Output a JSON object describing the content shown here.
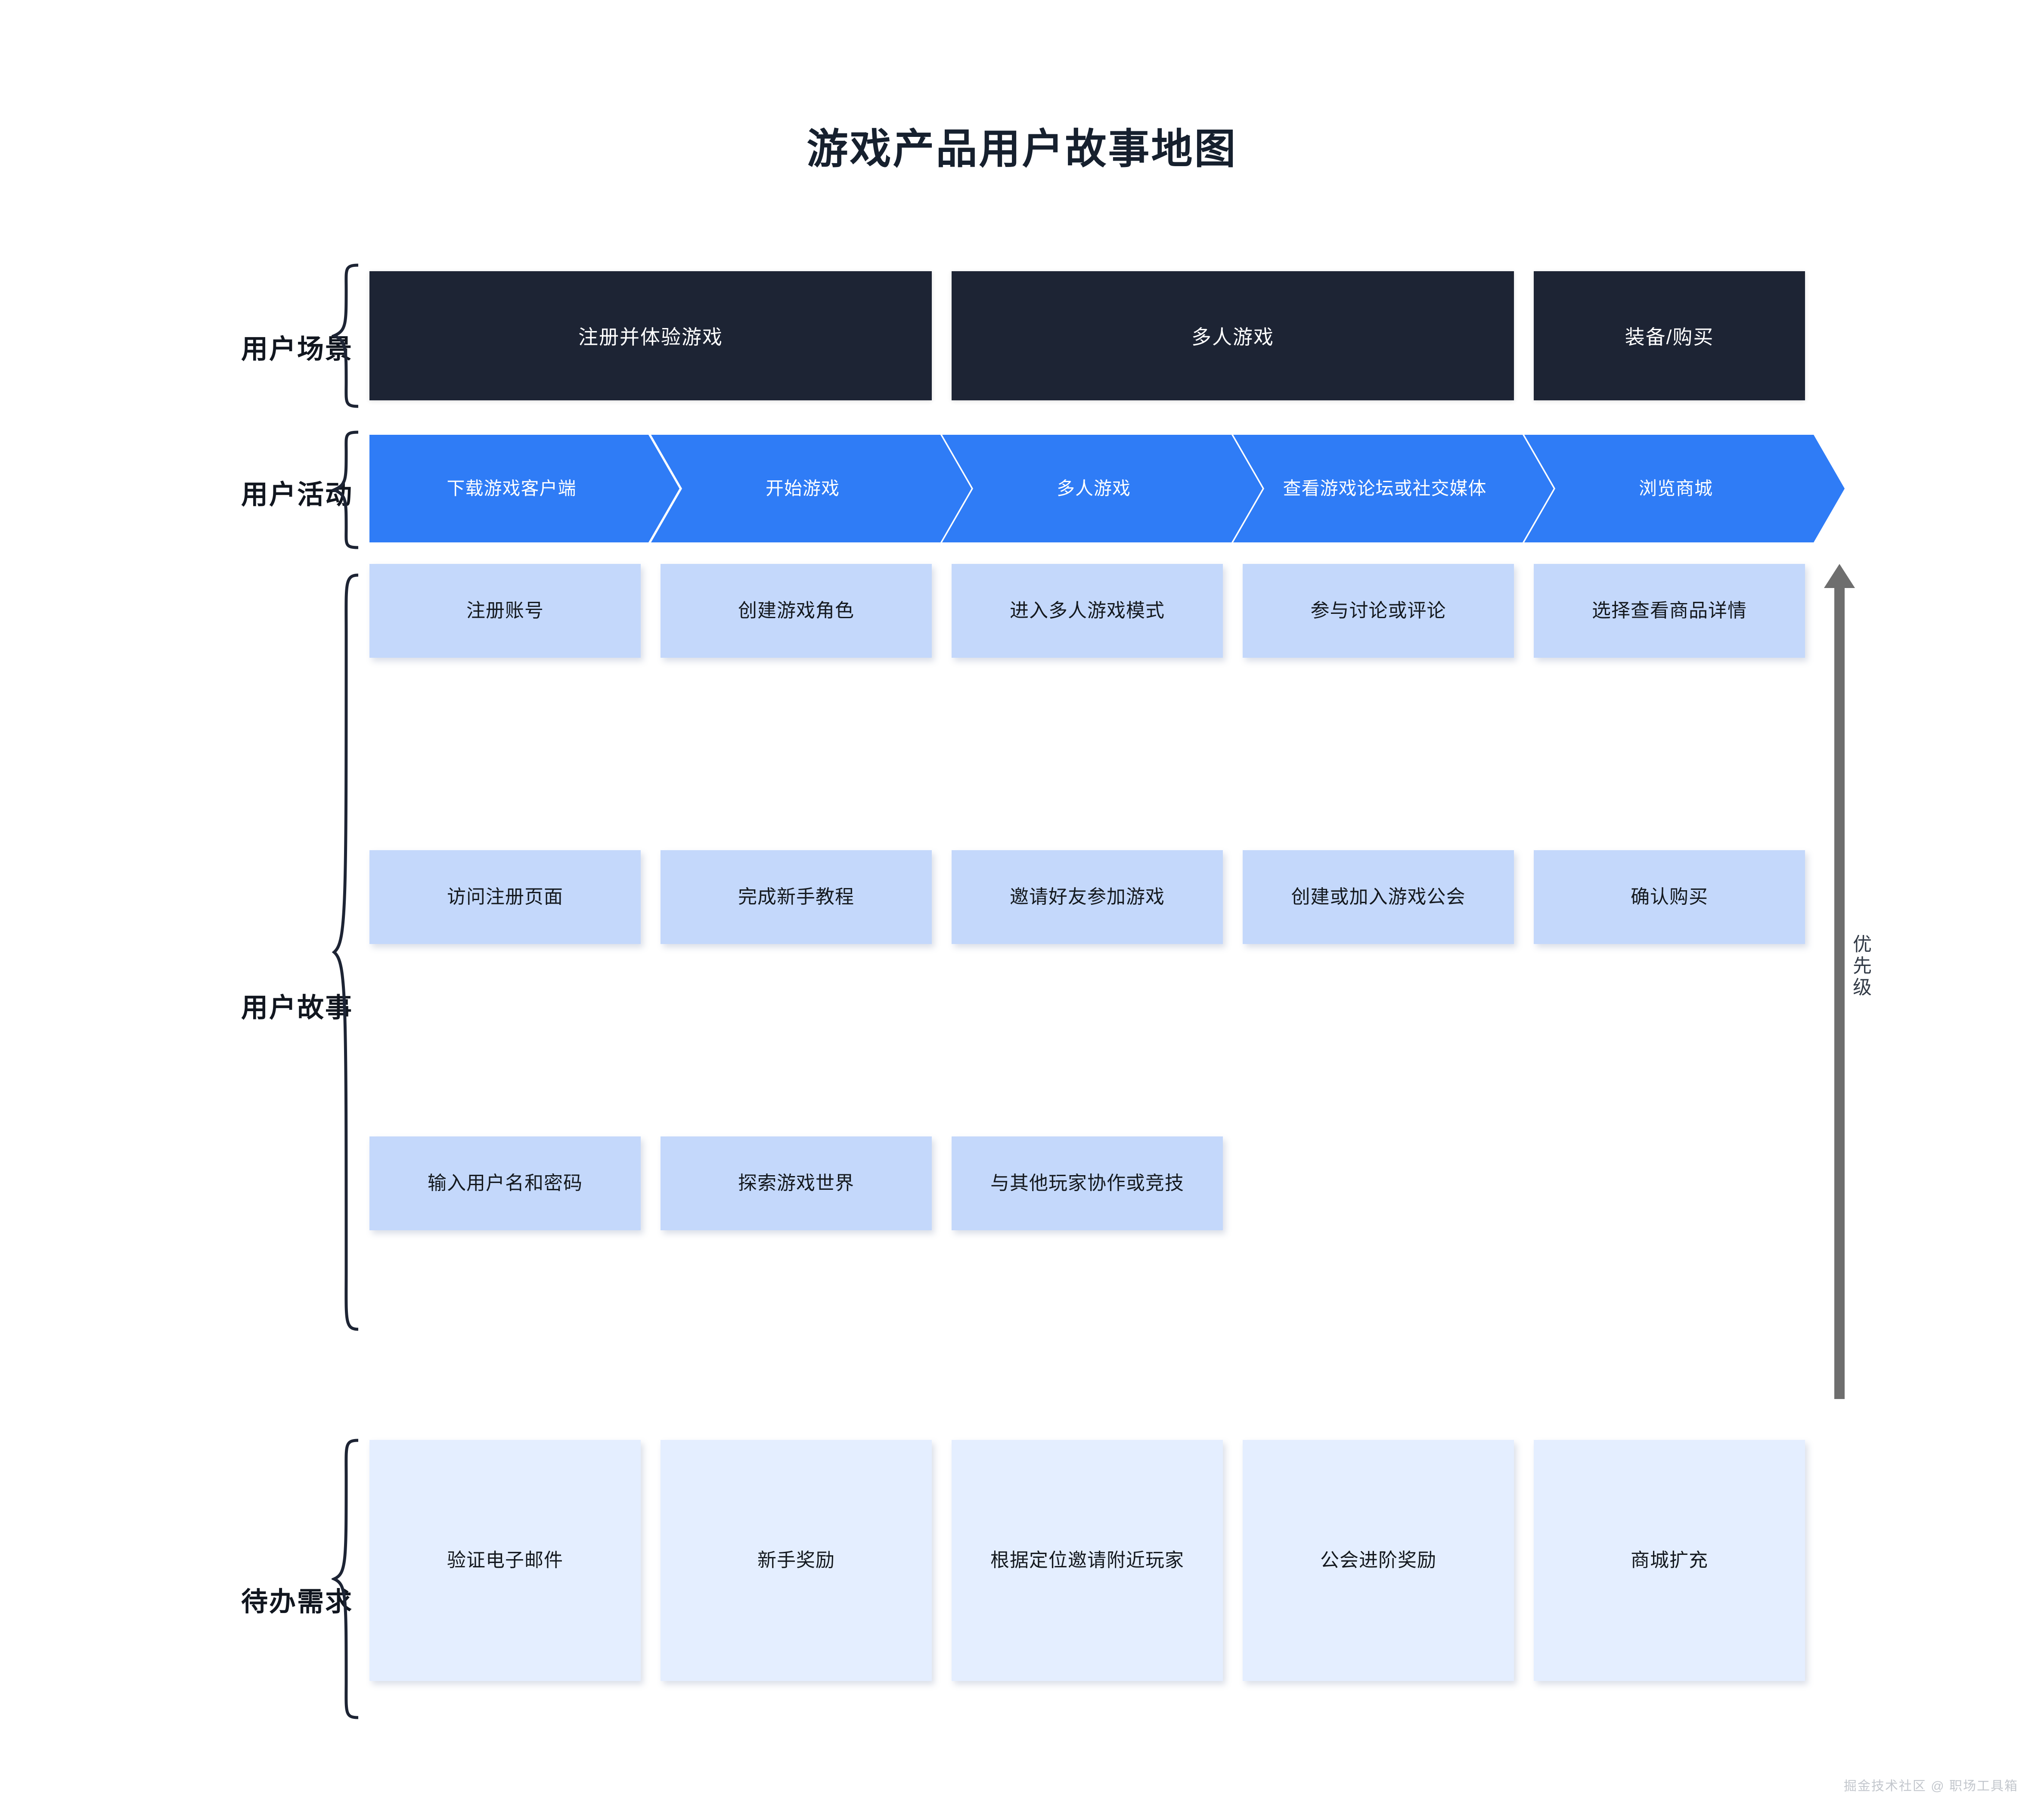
{
  "title": "游戏产品用户故事地图",
  "watermark": "掘金技术社区 @ 职场工具箱",
  "colors": {
    "scenario_bg": "#1d2434",
    "activity_bg": "#2f7cf6",
    "story_card_bg": "#c4d8fb",
    "backlog_card_bg": "#e4eeff",
    "arrow_gray": "#6e6e6e",
    "page_bg": "#ffffff"
  },
  "row_labels": {
    "scenario": "用户场景",
    "activity": "用户活动",
    "story": "用户故事",
    "backlog": "待办需求"
  },
  "priority_axis": {
    "label": "优先级",
    "direction": "up"
  },
  "scenarios": [
    {
      "label": "注册并体验游戏",
      "span": 2
    },
    {
      "label": "多人游戏",
      "span": 2
    },
    {
      "label": "装备/购买",
      "span": 1
    }
  ],
  "activities": [
    {
      "label": "下载游戏客户端"
    },
    {
      "label": "开始游戏"
    },
    {
      "label": "多人游戏"
    },
    {
      "label": "查看游戏论坛或社交媒体"
    },
    {
      "label": "浏览商城"
    }
  ],
  "stories": [
    {
      "column": "下载游戏客户端",
      "items": [
        "注册账号",
        "访问注册页面",
        "输入用户名和密码"
      ]
    },
    {
      "column": "开始游戏",
      "items": [
        "创建游戏角色",
        "完成新手教程",
        "探索游戏世界"
      ]
    },
    {
      "column": "多人游戏",
      "items": [
        "进入多人游戏模式",
        "邀请好友参加游戏",
        "与其他玩家协作或竞技"
      ]
    },
    {
      "column": "查看游戏论坛或社交媒体",
      "items": [
        "参与讨论或评论",
        "创建或加入游戏公会"
      ]
    },
    {
      "column": "浏览商城",
      "items": [
        "选择查看商品详情",
        "确认购买"
      ]
    }
  ],
  "backlog": [
    "验证电子邮件",
    "新手奖励",
    "根据定位邀请附近玩家",
    "公会进阶奖励",
    "商城扩充"
  ]
}
